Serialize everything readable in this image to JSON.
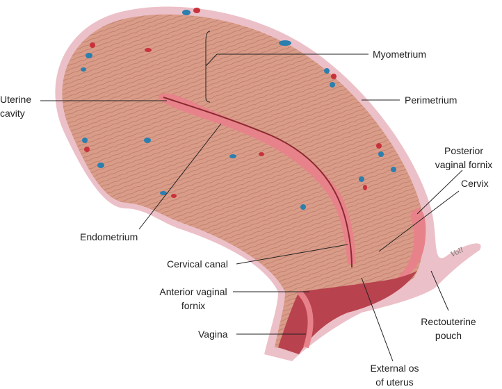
{
  "labels": {
    "myometrium": "Myometrium",
    "uterine_cavity": [
      "Uterine",
      "cavity"
    ],
    "perimetrium": "Perimetrium",
    "posterior_vaginal_fornix": [
      "Posterior",
      "vaginal fornix"
    ],
    "cervix": "Cervix",
    "endometrium": "Endometrium",
    "cervical_canal": "Cervical canal",
    "anterior_vaginal_fornix": [
      "Anterior vaginal",
      "fornix"
    ],
    "vagina": "Vagina",
    "rectouterine_pouch": [
      "Rectouterine",
      "pouch"
    ],
    "external_os": [
      "External os",
      "of uterus"
    ]
  },
  "signature": "Voll",
  "colors": {
    "perimetrium": "#e9b8c4",
    "myometrium": "#dca08c",
    "endometrium": "#e8828a",
    "vagina": "#b8424e",
    "vein": "#2a7fae",
    "artery": "#c8323a"
  }
}
